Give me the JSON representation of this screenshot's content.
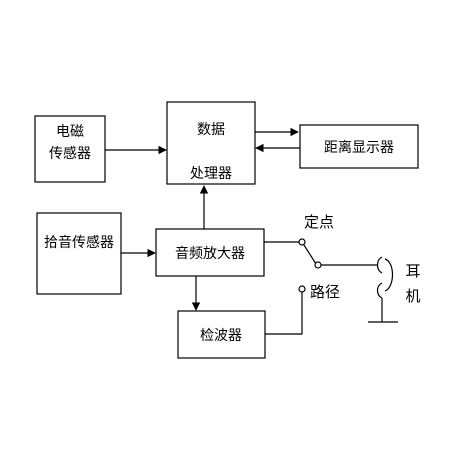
{
  "blocks": {
    "em_sensor": {
      "line1": "电磁",
      "line2": "传感器"
    },
    "data_proc": {
      "line1": "数据",
      "line2": "处理器"
    },
    "distance_display": {
      "label": "距离显示器"
    },
    "pickup_sensor": {
      "label": "拾音传感器"
    },
    "audio_amp": {
      "label": "音频放大器"
    },
    "detector": {
      "label": "检波器"
    }
  },
  "switch": {
    "fixed_point": "定点",
    "path": "路径"
  },
  "earphone": {
    "char1": "耳",
    "char2": "机"
  }
}
